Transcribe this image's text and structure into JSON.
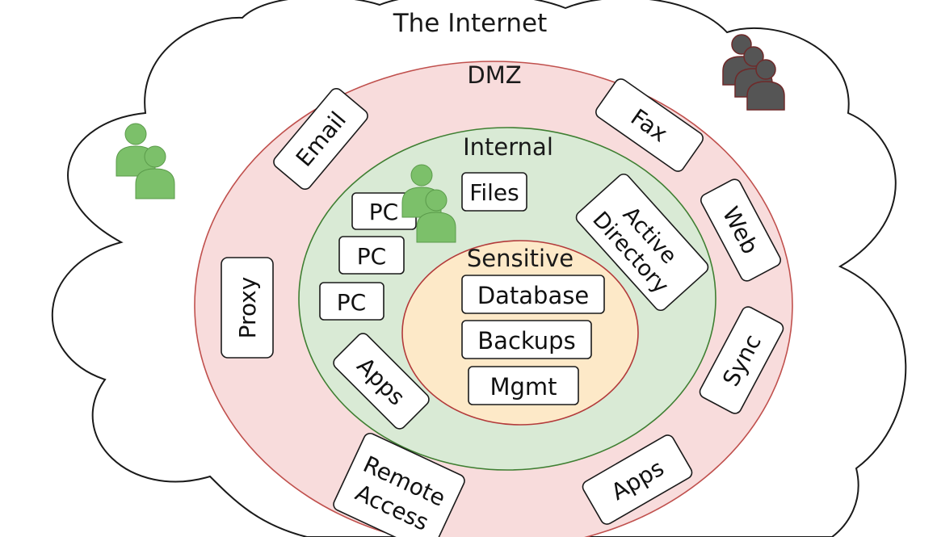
{
  "colors": {
    "dmz_fill": "#f8dcdc",
    "dmz_stroke": "#c0504d",
    "internal_fill": "#d9ead5",
    "internal_stroke": "#3f7f32",
    "sensitive_fill": "#fde9c8",
    "sensitive_stroke": "#b33a3a",
    "trusted_user": "#7cc06a",
    "threat_actor": "#6e2a2a",
    "cloud_stroke": "#1a1a1a"
  },
  "zones": {
    "internet": "The Internet",
    "dmz": "DMZ",
    "internal": "Internal",
    "sensitive": "Sensitive"
  },
  "boxes": {
    "email": "Email",
    "fax": "Fax",
    "web": "Web",
    "proxy": "Proxy",
    "sync": "Sync",
    "remote_line1": "Remote",
    "remote_line2": "Access",
    "dmz_apps": "Apps",
    "files": "Files",
    "pc1": "PC",
    "pc2": "PC",
    "pc3": "PC",
    "ad_line1": "Active",
    "ad_line2": "Directory",
    "internal_apps": "Apps",
    "database": "Database",
    "backups": "Backups",
    "mgmt": "Mgmt"
  },
  "icons": {
    "trusted_users_outside": "user-group-icon",
    "trusted_users_internal": "user-group-icon",
    "threat_actors": "user-group-icon"
  }
}
